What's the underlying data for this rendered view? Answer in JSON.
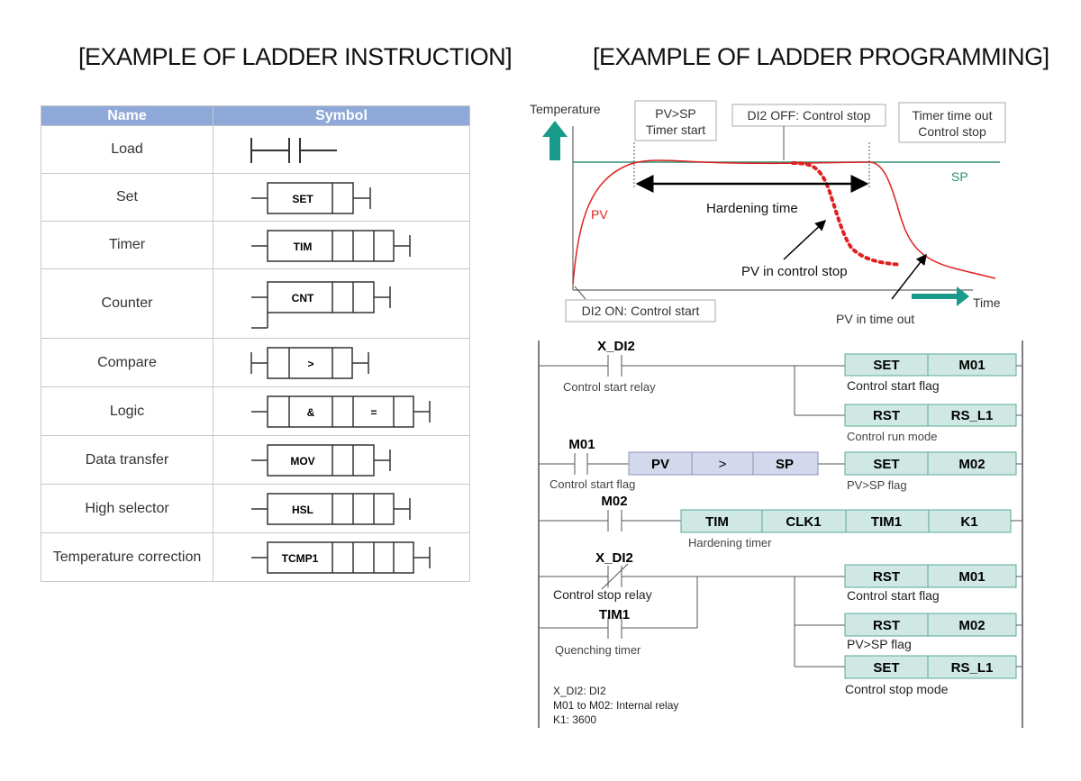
{
  "titles": {
    "left": "[EXAMPLE OF LADDER INSTRUCTION]",
    "right": "[EXAMPLE OF LADDER PROGRAMMING]"
  },
  "instruction_table": {
    "headers": [
      "Name",
      "Symbol"
    ],
    "rows": [
      {
        "name": "Load",
        "symbol": ""
      },
      {
        "name": "Set",
        "symbol": "SET"
      },
      {
        "name": "Timer",
        "symbol": "TIM"
      },
      {
        "name": "Counter",
        "symbol": "CNT"
      },
      {
        "name": "Compare",
        "symbol": ">"
      },
      {
        "name": "Logic",
        "symbol": "&",
        "symbol2": "="
      },
      {
        "name": "Data transfer",
        "symbol": "MOV"
      },
      {
        "name": "High selector",
        "symbol": "HSL"
      },
      {
        "name": "Temperature correction",
        "symbol": "TCMP1"
      }
    ]
  },
  "graph": {
    "y_label": "Temperature",
    "x_label": "Time",
    "sp_label": "SP",
    "pv_label": "PV",
    "hardening_label": "Hardening time",
    "pv_stop_label": "PV in control stop",
    "pv_timeout_label": "PV in time out",
    "callout_timer_start_1": "PV>SP",
    "callout_timer_start_2": "Timer start",
    "callout_control_stop": "DI2 OFF: Control stop",
    "callout_timeout_1": "Timer time out",
    "callout_timeout_2": "Control stop",
    "callout_control_start": "DI2 ON: Control start"
  },
  "ladder": {
    "r1_contact": "X_DI2",
    "r1_contact_desc": "Control start relay",
    "r1_out1_a": "SET",
    "r1_out1_b": "M01",
    "r1_out1_desc": "Control start flag",
    "r1_out2_a": "RST",
    "r1_out2_b": "RS_L1",
    "r1_out2_desc": "Control run mode",
    "r2_contact": "M01",
    "r2_contact_desc": "Control start flag",
    "r2_cmp_a": "PV",
    "r2_cmp_op": ">",
    "r2_cmp_b": "SP",
    "r2_out_a": "SET",
    "r2_out_b": "M02",
    "r2_out_desc": "PV>SP flag",
    "r3_contact": "M02",
    "r3_tim": "TIM",
    "r3_clk": "CLK1",
    "r3_tim1": "TIM1",
    "r3_k1": "K1",
    "r3_desc": "Hardening timer",
    "r4_contact": "X_DI2",
    "r4_contact_desc": "Control stop relay",
    "r4_contact2": "TIM1",
    "r4_contact2_desc": "Quenching timer",
    "r4_out1_a": "RST",
    "r4_out1_b": "M01",
    "r4_out1_desc": "Control start flag",
    "r4_out2_a": "RST",
    "r4_out2_b": "M02",
    "r4_out2_desc": "PV>SP flag",
    "r4_out3_a": "SET",
    "r4_out3_b": "RS_L1",
    "r4_out3_desc": "Control stop mode",
    "note1": "X_DI2: DI2",
    "note2": "M01 to M02: Internal relay",
    "note3": "K1: 3600"
  },
  "colors": {
    "header": "#8ea9d8",
    "box_green": "#cfe8e3",
    "box_border": "#5aa99a",
    "box_purple": "#d4d8ec",
    "sp_line": "#2f8f72",
    "pv_curve": "#e02020",
    "arrow_teal": "#1a9a8a"
  }
}
